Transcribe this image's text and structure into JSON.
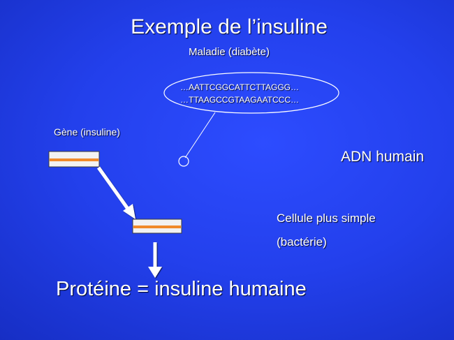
{
  "slide": {
    "title": "Exemple de l’insuline",
    "subtitle": "Maladie (diabète)"
  },
  "sequence": {
    "line1": "…AATTCGGCATTCTTAGGG…",
    "line2": "…TTAAGCCGTAAGAATCCC…"
  },
  "labels": {
    "gene": "Gène (insuline)",
    "dna": "ADN humain",
    "cell_line1": "Cellule plus simple",
    "cell_line2": "(bactérie)",
    "protein": "Protéine = insuline humaine"
  },
  "colors": {
    "background": "#1f3ae0",
    "dna_line": "#ffffff",
    "bacteria_line": "#22ccf0",
    "gene_stripe": "#f08a2a",
    "gene_fill": "#f2f2f2"
  }
}
